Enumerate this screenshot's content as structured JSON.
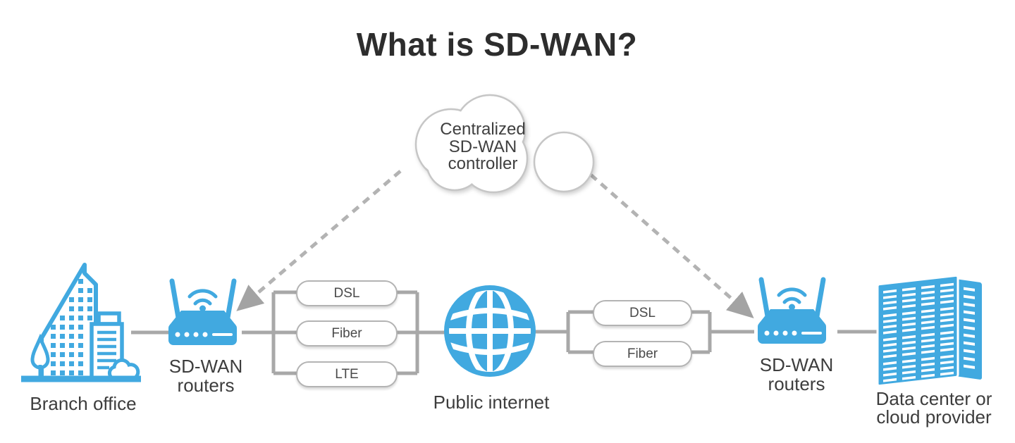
{
  "title": "What is SD-WAN?",
  "cloud": {
    "line1": "Centralized",
    "line2": "SD-WAN",
    "line3": "controller"
  },
  "nodes": {
    "branch_office": {
      "label": "Branch office"
    },
    "left_routers": {
      "line1": "SD-WAN",
      "line2": "routers"
    },
    "public_internet": {
      "label": "Public internet"
    },
    "right_routers": {
      "line1": "SD-WAN",
      "line2": "routers"
    },
    "data_center": {
      "line1": "Data center or",
      "line2": "cloud provider"
    }
  },
  "left_links": {
    "items": [
      "DSL",
      "Fiber",
      "LTE"
    ]
  },
  "right_links": {
    "items": [
      "DSL",
      "Fiber"
    ]
  },
  "colors": {
    "icon_blue": "#41a9e0",
    "connector_gray": "#a8a8a8",
    "dashed_gray": "#b3b3b3",
    "text_dark": "#3d3d3d"
  }
}
